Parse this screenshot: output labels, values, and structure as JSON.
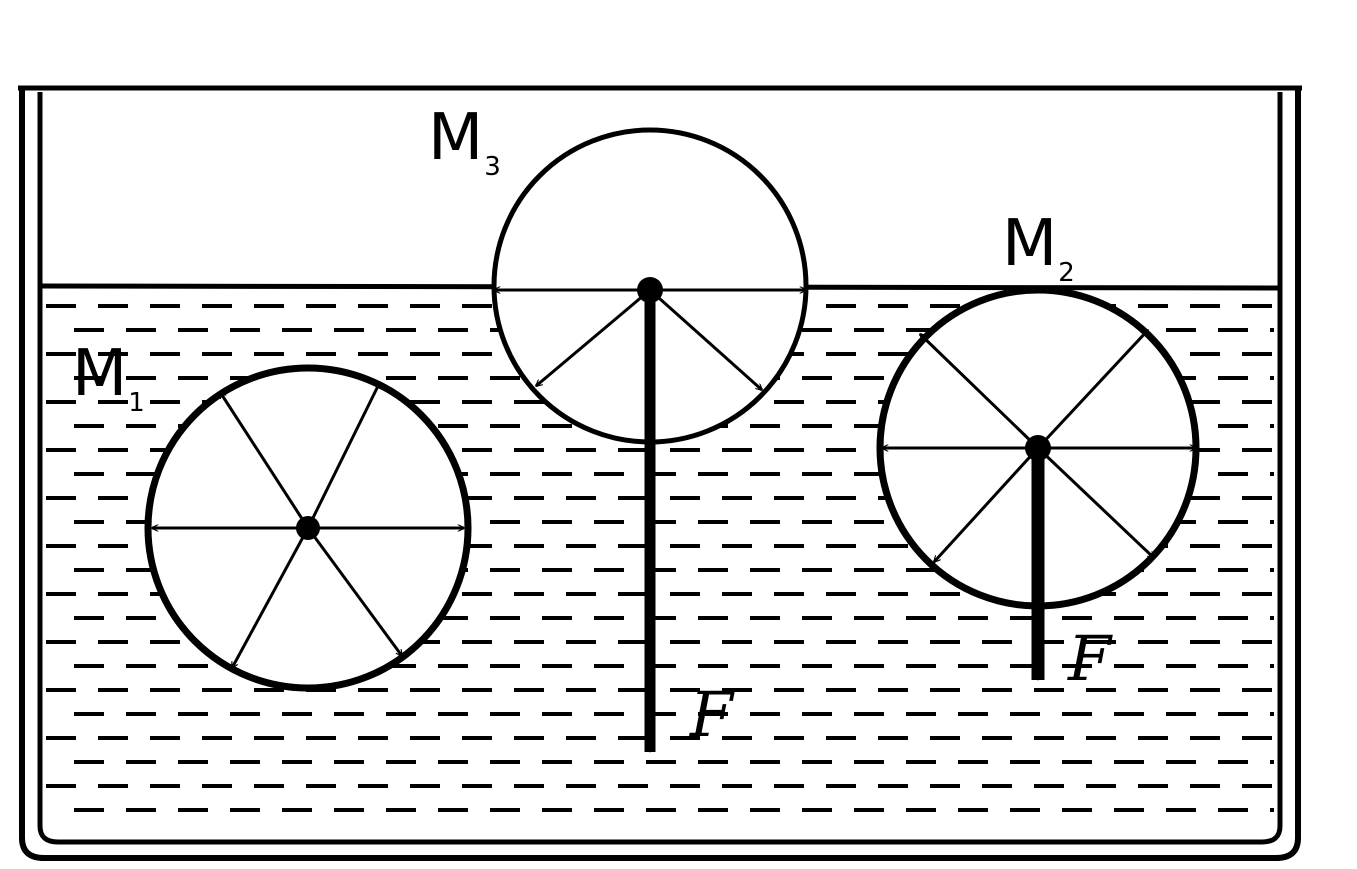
{
  "figure": {
    "points": [
      {
        "id": "m1",
        "main": "M",
        "sub": "1"
      },
      {
        "id": "m2",
        "main": "M",
        "sub": "2"
      },
      {
        "id": "m3",
        "main": "M",
        "sub": "3"
      }
    ],
    "force_label": "F"
  },
  "colors": {
    "ink": "#000000",
    "paper": "#ffffff"
  }
}
